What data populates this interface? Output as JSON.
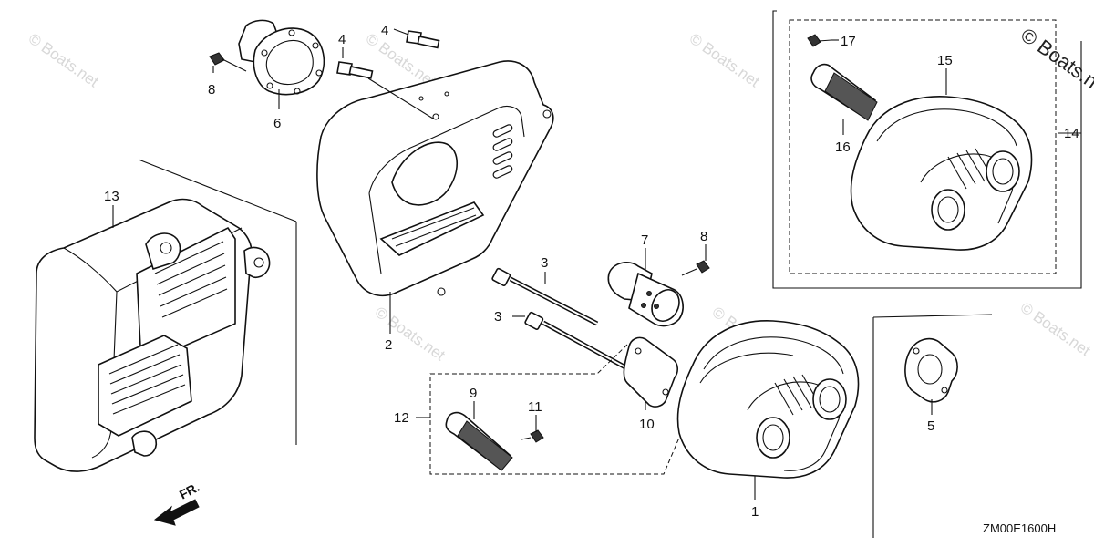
{
  "callouts": {
    "n1": "1",
    "n2": "2",
    "n3a": "3",
    "n3b": "3",
    "n4a": "4",
    "n4b": "4",
    "n5": "5",
    "n6": "6",
    "n7": "7",
    "n8a": "8",
    "n8b": "8",
    "n9": "9",
    "n10": "10",
    "n11": "11",
    "n12": "12",
    "n13": "13",
    "n14": "14",
    "n15": "15",
    "n16": "16",
    "n17": "17"
  },
  "front_marker": "FR.",
  "diagram_code": "ZM00E1600H",
  "watermark": "© Boats.net"
}
